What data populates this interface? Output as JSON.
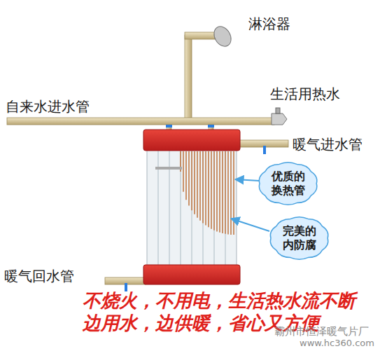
{
  "diagram": {
    "nodes": [
      {
        "text": [
          "优质的 换热管"
        ]
      },
      {
        "text": [
          "完美的 内防腐"
        ]
      }
    ],
    "labels": [
      "淋浴器",
      "生活用热水",
      "自来水进水管",
      "暖气进水管",
      "暖气回水管",
      "不烧火，不用电，生活热水流不断",
      "边用水，边供暖，省心又方便",
      "霸州市恒泽暖气片厂",
      "www.hc360.com"
    ]
  }
}
